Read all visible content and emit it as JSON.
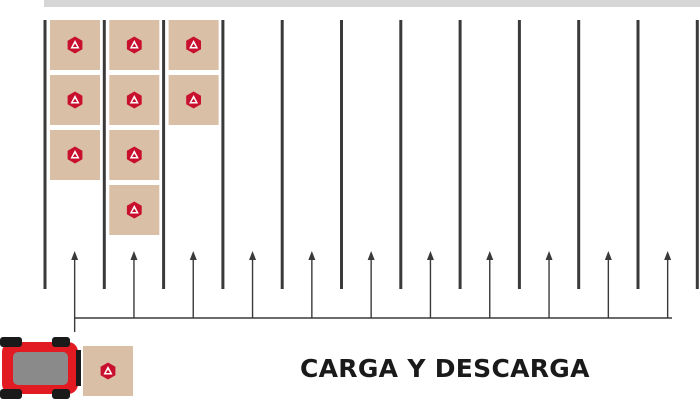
{
  "diagram": {
    "caption": "CARGA Y DESCARGA",
    "lanes_count": 12,
    "pallets_per_lane": [
      3,
      4,
      2,
      0,
      0,
      0,
      0,
      0,
      0,
      0,
      0,
      0
    ],
    "forklift_carrying_pallet": true
  },
  "colors": {
    "rail": "#3a3a3a",
    "top_bar": "#d6d6d6",
    "pallet": "#d9bfa5",
    "logo": "#c8102e",
    "forklift_body": "#e21b23",
    "forklift_cabin": "#8a8a8a",
    "arrow": "#3a3a3a"
  },
  "icons": {
    "pallet_logo": "triangle-logo-icon",
    "vehicle": "forklift-icon"
  }
}
